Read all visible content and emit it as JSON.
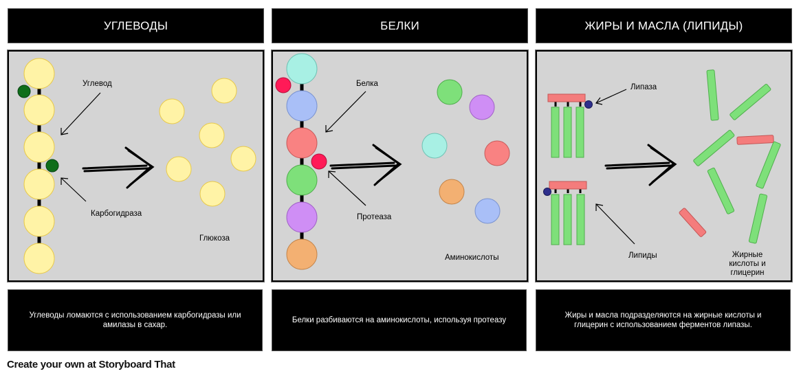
{
  "panels": [
    {
      "title": "УГЛЕВОДЫ",
      "caption": "Углеводы ломаются с использованием карбогидразы или амилазы в сахар.",
      "labels": {
        "molecule": "Углевод",
        "enzyme": "Карбогидраза",
        "product": "Глюкоза"
      }
    },
    {
      "title": "БЕЛКИ",
      "caption": "Белки разбиваются на аминокислоты, используя протеазу",
      "labels": {
        "molecule": "Белка",
        "enzyme": "Протеаза",
        "product": "Аминокислоты"
      }
    },
    {
      "title": "ЖИРЫ И МАСЛА (ЛИПИДЫ)",
      "caption": "Жиры и масла подразделяются на жирные кислоты и глицерин с использованием ферментов липазы.",
      "labels": {
        "enzyme": "Липаза",
        "molecule": "Липиды",
        "product_line1": "Жирные",
        "product_line2": "кислоты и",
        "product_line3": "глицерин"
      }
    }
  ],
  "footer": "Create your own at Storyboard That",
  "colors": {
    "glucose": "#fff3a6",
    "enzyme_green": "#0f6e1a",
    "enzyme_red": "#ff1a57",
    "lipase_blue": "#2e2f8c",
    "fatty_acid": "#7ee07a",
    "glycerol": "#f47c7c",
    "amino_cyan": "#a8f0e4",
    "amino_blue": "#a9bff7",
    "amino_red": "#f98282",
    "amino_green": "#7ee07a",
    "amino_purple": "#cf8ef5",
    "amino_orange": "#f3b072"
  }
}
